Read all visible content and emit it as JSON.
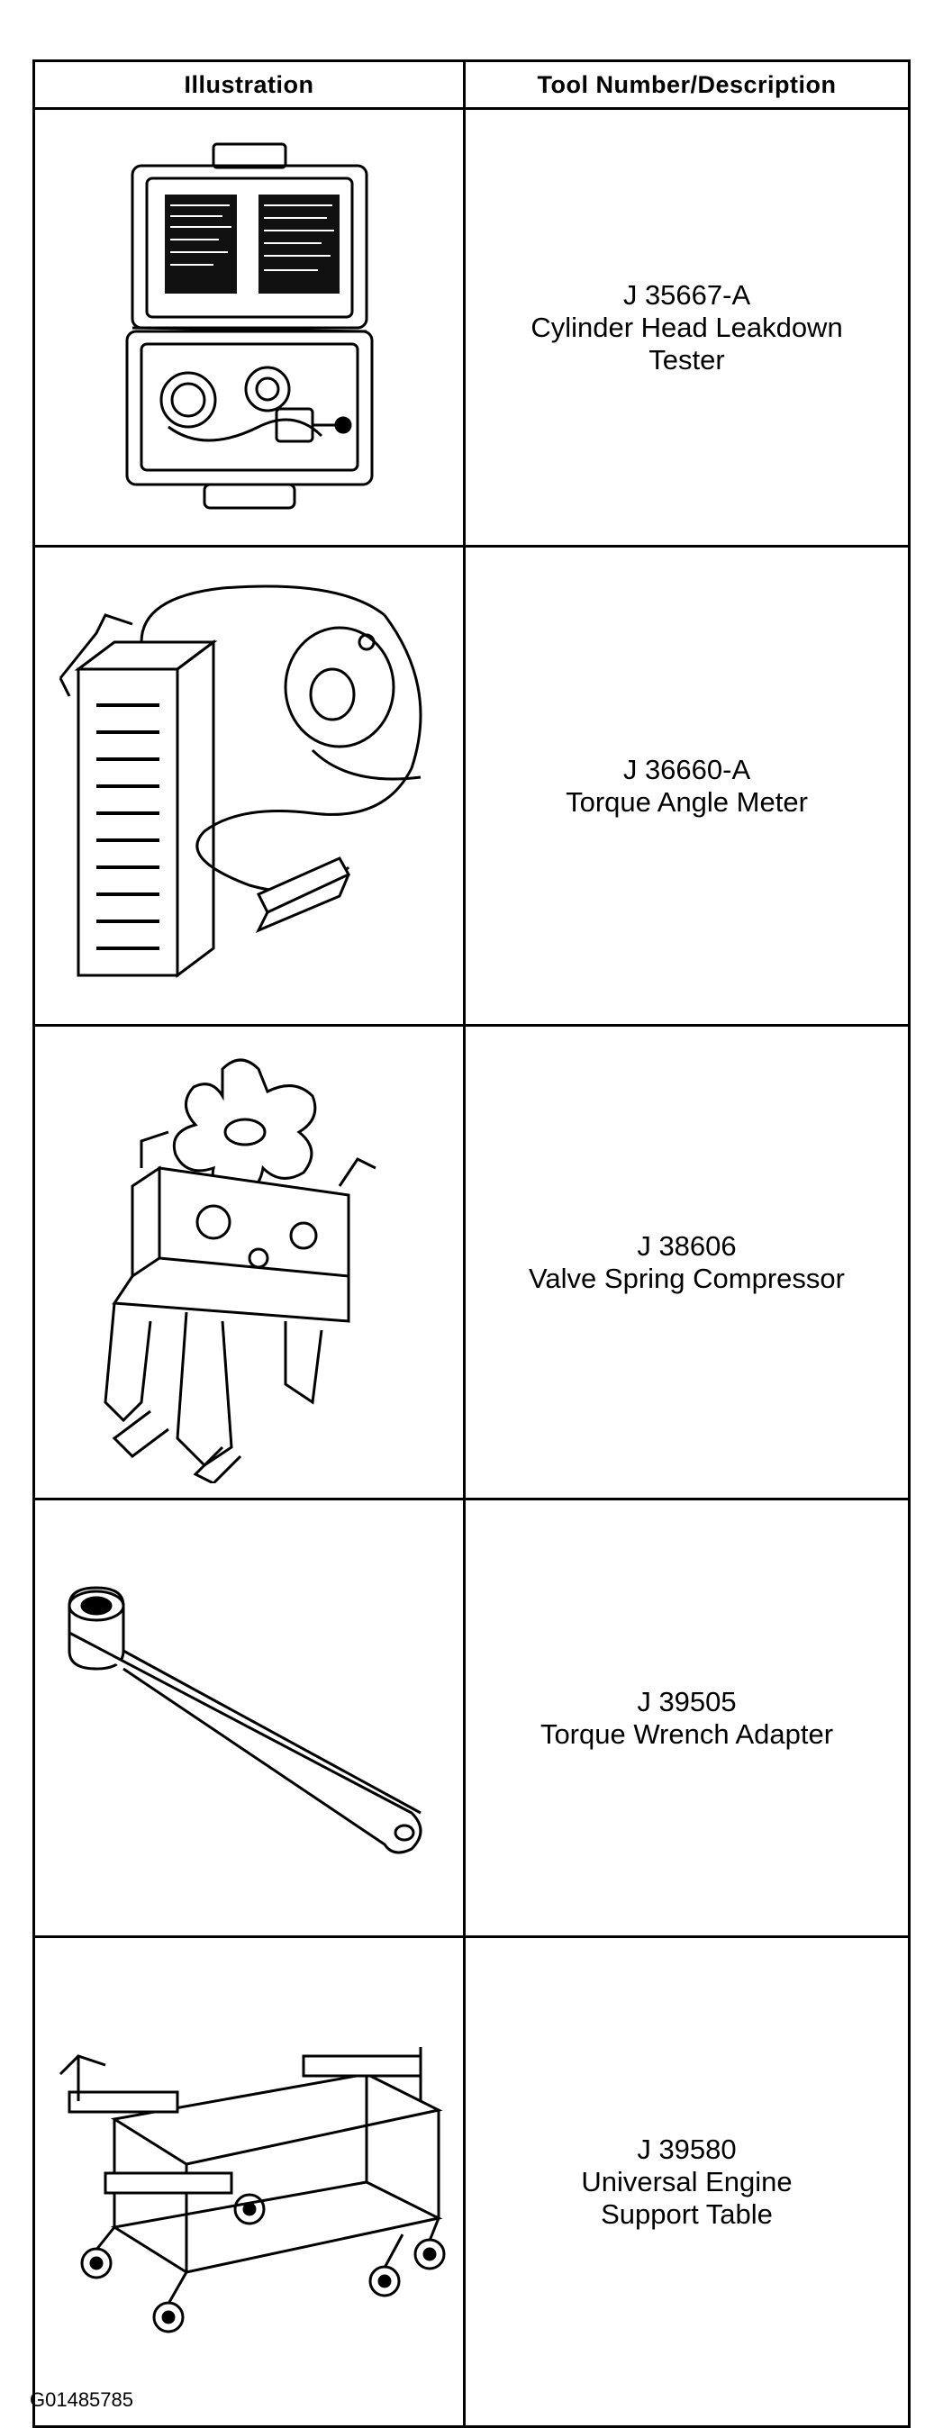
{
  "table": {
    "headers": {
      "illustration": "Illustration",
      "tool": "Tool Number/Description"
    },
    "rows": [
      {
        "number": "J 35667-A",
        "description_lines": [
          "Cylinder Head Leakdown",
          "Tester"
        ],
        "illustration_icon": "leakdown-tester-case-icon"
      },
      {
        "number": "J 36660-A",
        "description_lines": [
          "Torque Angle Meter"
        ],
        "illustration_icon": "torque-angle-meter-icon"
      },
      {
        "number": "J 38606",
        "description_lines": [
          "Valve Spring Compressor"
        ],
        "illustration_icon": "valve-spring-compressor-icon"
      },
      {
        "number": "J 39505",
        "description_lines": [
          "Torque Wrench Adapter"
        ],
        "illustration_icon": "torque-wrench-adapter-icon"
      },
      {
        "number": "J 39580",
        "description_lines": [
          "Universal Engine",
          "Support Table"
        ],
        "illustration_icon": "engine-support-table-icon"
      }
    ]
  },
  "figure_code": "G01485785"
}
